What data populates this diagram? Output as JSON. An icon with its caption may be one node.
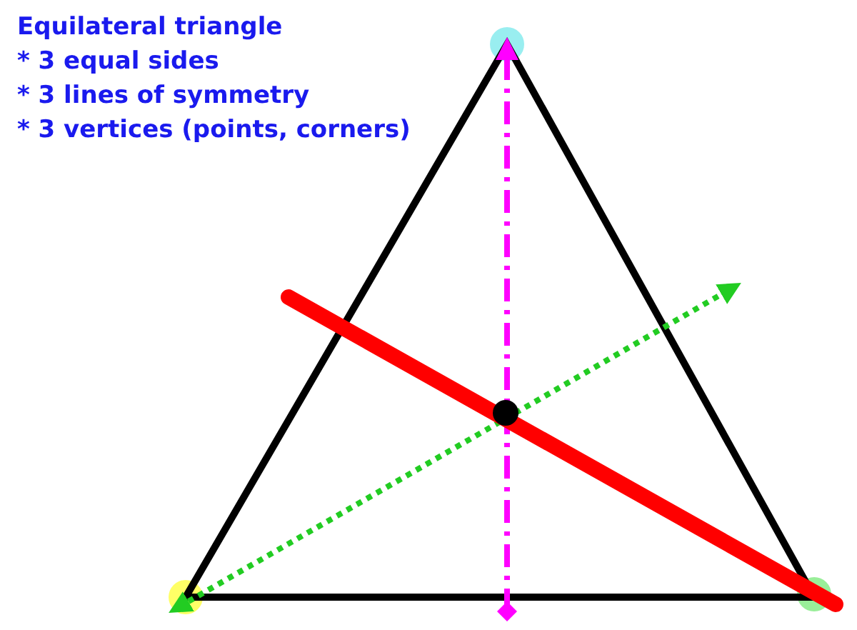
{
  "diagram": {
    "title": "Equilateral triangle",
    "labels": [
      "* 3 equal sides",
      "* 3 lines of symmetry",
      "* 3 vertices (points, corners)"
    ]
  }
}
